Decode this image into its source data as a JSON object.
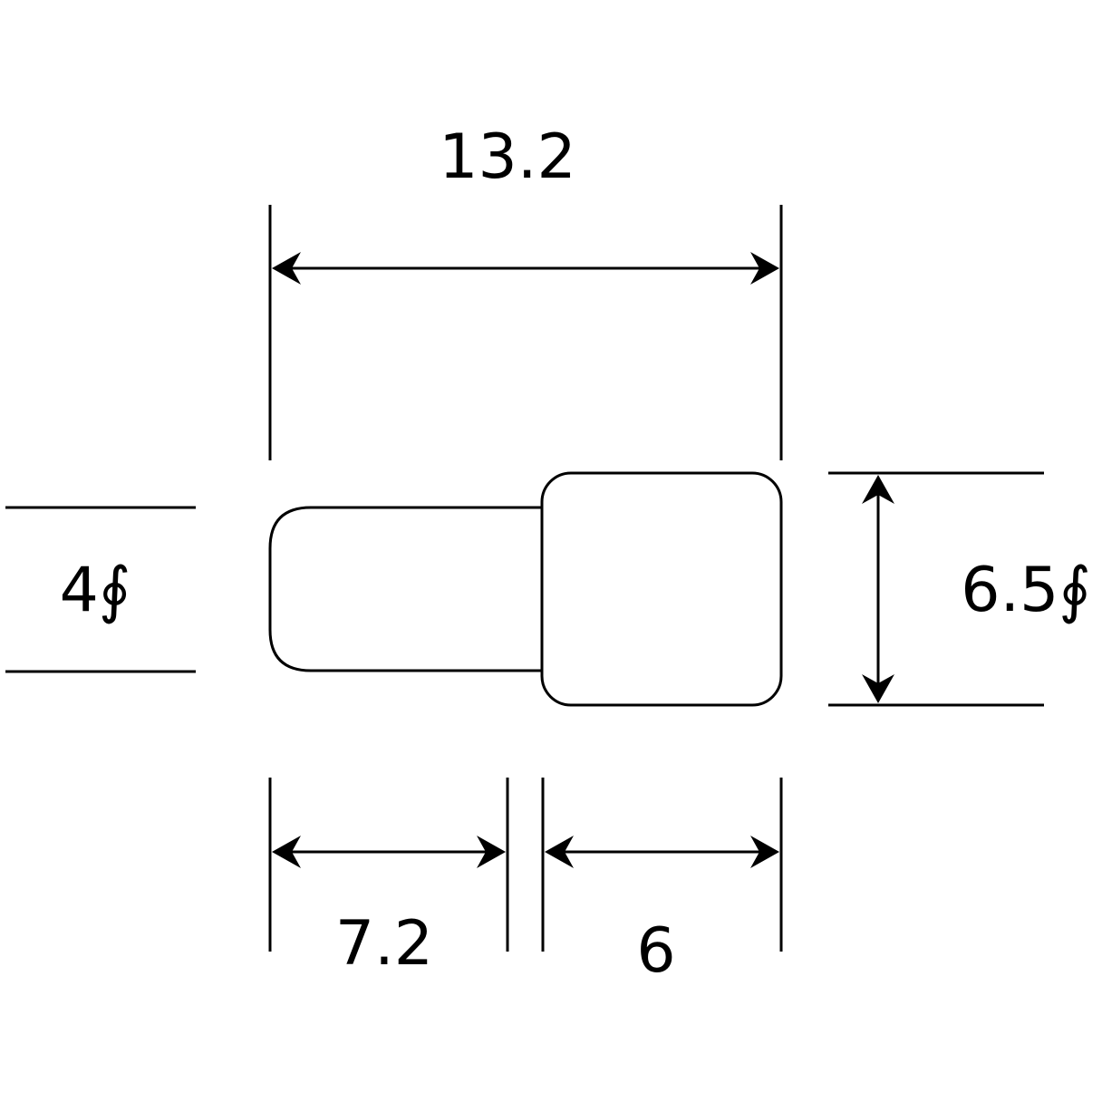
{
  "dimensions": {
    "overall_length": "13.2",
    "small_diameter": "4∮",
    "large_diameter": "6.5∮",
    "small_length": "7.2",
    "large_length": "6"
  },
  "colors": {
    "line": "#000000",
    "background": "#ffffff"
  }
}
